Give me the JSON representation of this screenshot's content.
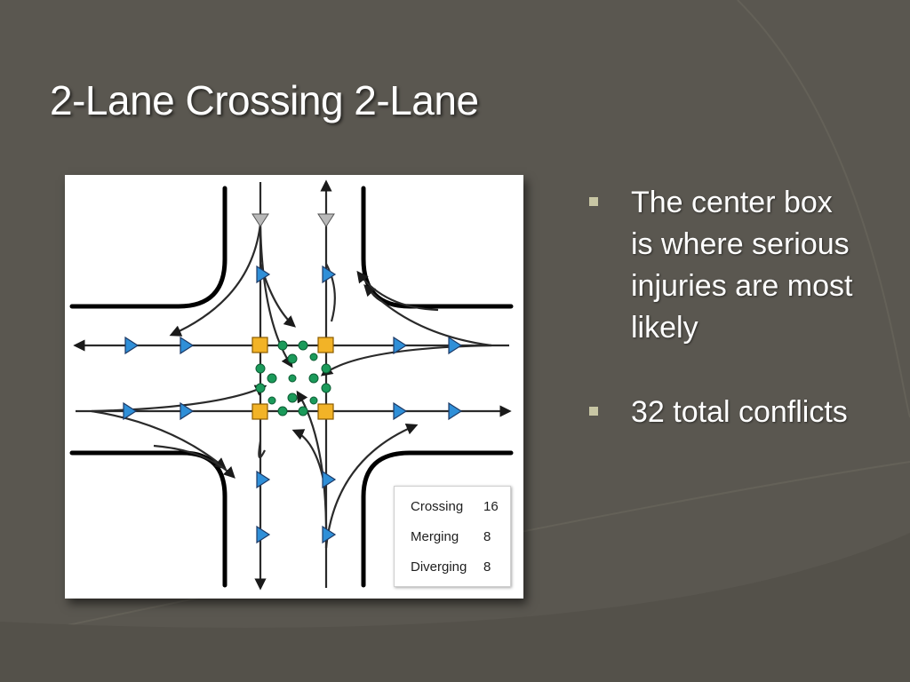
{
  "slide": {
    "title": "2-Lane Crossing 2-Lane"
  },
  "diagram": {
    "legend": [
      {
        "label": "Crossing",
        "value": "16"
      },
      {
        "label": "Merging",
        "value": "8"
      },
      {
        "label": "Diverging",
        "value": "8"
      }
    ],
    "colors": {
      "crossing": "#f2b327",
      "merging": "#1b9a5a",
      "diverging": "#2f8fd8",
      "arrow_outline": "#1d3a66",
      "road": "#000000",
      "path": "#2a2a2a"
    }
  },
  "bullets": [
    "The center box is where serious injuries are most likely",
    "32 total conflicts"
  ],
  "theme": {
    "background": "#5a5750",
    "bullet_color": "#c8c6a4"
  }
}
